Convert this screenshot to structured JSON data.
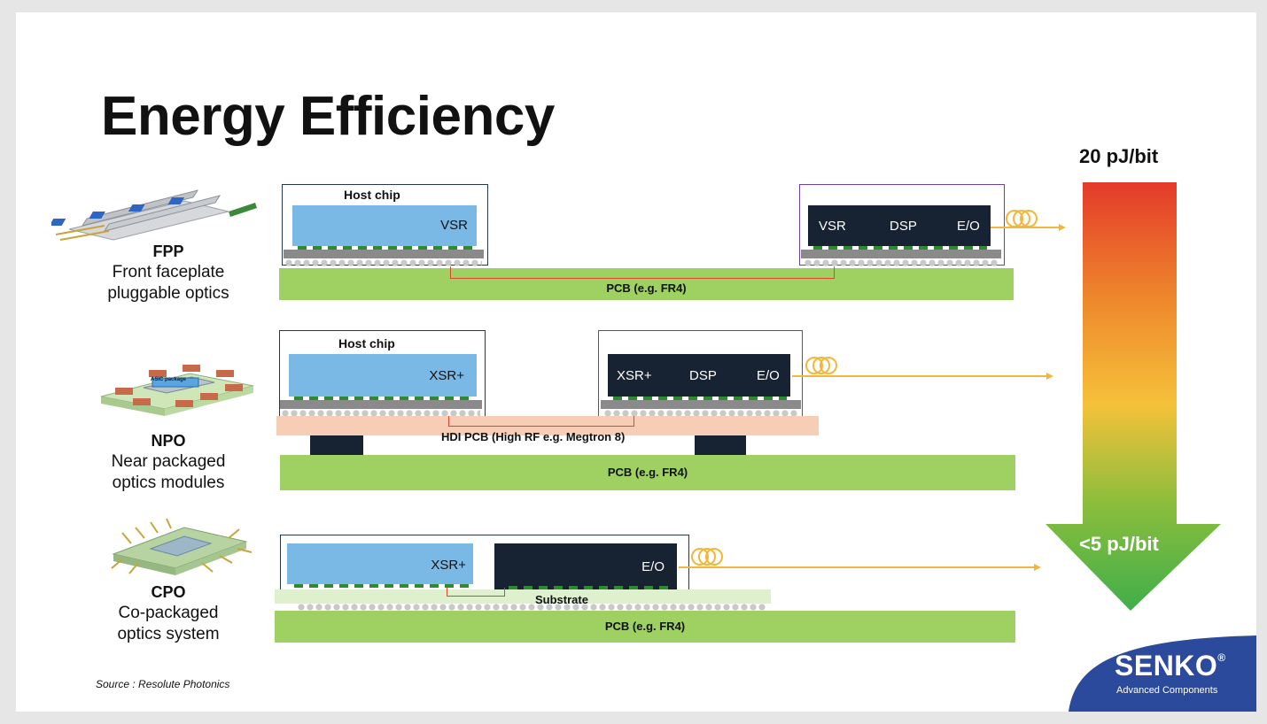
{
  "title": "Energy Efficiency",
  "source": "Source : Resolute Photonics",
  "rows": {
    "fpp": {
      "abbr": "FPP",
      "desc_line1": "Front faceplate",
      "desc_line2": "pluggable optics",
      "host_label": "Host chip",
      "host_chip_label": "VSR",
      "module_labels": [
        "VSR",
        "DSP",
        "E/O"
      ],
      "pcb_label": "PCB (e.g. FR4)"
    },
    "npo": {
      "abbr": "NPO",
      "desc_line1": "Near packaged",
      "desc_line2": "optics modules",
      "host_label": "Host chip",
      "host_chip_label": "XSR+",
      "module_labels": [
        "XSR+",
        "DSP",
        "E/O"
      ],
      "hdi_label": "HDI PCB (High RF e.g. Megtron 8)",
      "pcb_label": "PCB (e.g. FR4)",
      "asic_label": "ASIC package"
    },
    "cpo": {
      "abbr": "CPO",
      "desc_line1": "Co-packaged",
      "desc_line2": "optics system",
      "host_chip_label": "XSR+",
      "eo_label": "E/O",
      "substrate_label": "Substrate",
      "pcb_label": "PCB (e.g. FR4)"
    }
  },
  "energy_scale": {
    "top_label": "20 pJ/bit",
    "bottom_label": "<5 pJ/bit",
    "gradient_colors": [
      "#e43a2a",
      "#ee8a2c",
      "#f5c13a",
      "#8fbe3c",
      "#3fae4a"
    ]
  },
  "logo": {
    "brand": "SENKO",
    "registered": "®",
    "tagline": "Advanced Components",
    "color": "#2b4a9b"
  },
  "colors": {
    "pcb": "#9ed062",
    "hdi_pcb": "#f7cdb5",
    "substrate": "#dff0cf",
    "host_chip": "#7ab8e6",
    "module": "#172233",
    "fiber": "#f2b73a",
    "trace": "#e0452e"
  }
}
